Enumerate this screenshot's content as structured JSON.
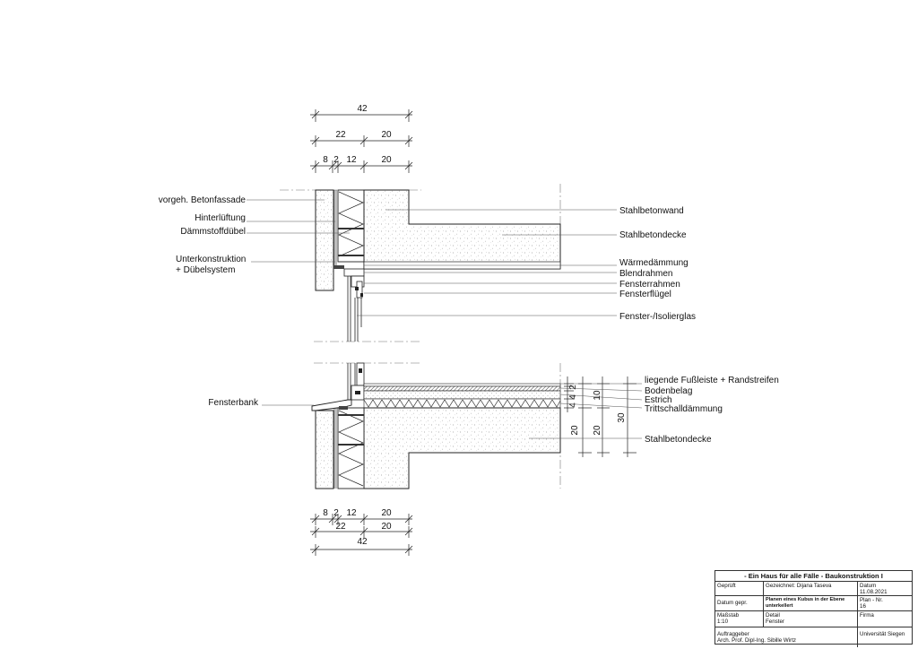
{
  "labels_left": {
    "betonfassade": "vorgeh. Betonfassade",
    "hinterlueftung": "Hinterlüftung",
    "daemmstoffduebel": "Dämmstoffdübel",
    "unterkonstruktion_1": "Unterkonstruktion",
    "unterkonstruktion_2": "+ Dübelsystem",
    "fensterbank": "Fensterbank"
  },
  "labels_right": {
    "stahlbetonwand": "Stahlbetonwand",
    "stahlbetondecke_top": "Stahlbetondecke",
    "waermedaemmung": "Wärmedämmung",
    "blendrahmen": "Blendrahmen",
    "fensterrahmen": "Fensterrahmen",
    "fensterfluegel": "Fensterflügel",
    "isolierglas": "Fenster-/Isolierglas",
    "fussleiste": "liegende Fußleiste + Randstreifen",
    "bodenbelag": "Bodenbelag",
    "estrich": "Estrich",
    "trittschall": "Trittschalldämmung",
    "stahlbetondecke_bottom": "Stahlbetondecke"
  },
  "dimensions": {
    "top_total": "42",
    "top_mid": [
      "22",
      "20"
    ],
    "top_detail": [
      "8",
      "2",
      "12",
      "20"
    ],
    "bottom_detail": [
      "8",
      "2",
      "12",
      "20"
    ],
    "bottom_mid": [
      "22",
      "20"
    ],
    "bottom_total": "42",
    "floor_small": [
      "2",
      "4",
      "4"
    ],
    "floor_mid": [
      "10",
      "20"
    ],
    "floor_outer": [
      "20",
      "30"
    ]
  },
  "title_block": {
    "title": "- Ein Haus für alle Fälle - Baukonstruktion I",
    "geprueft": "Geprüft",
    "gezeichnet": "Gezeichnet: Dijana Taseva",
    "datum_label": "Datum",
    "datum_value": "11.08.2021",
    "datum_gepr": "Datum gepr.",
    "planen_1": "Planen eines Kubus in der Ebene",
    "planen_2": "unterkellert",
    "plan_nr_label": "Plan - Nr.",
    "plan_nr_value": "16",
    "massstab_label": "Maßstab",
    "massstab_value": "1:10",
    "detail_label": "Detail",
    "detail_value": "Fenster",
    "firma": "Firma",
    "auftraggeber_label": "Auftraggeber",
    "auftraggeber_value": "Arch. Prof. Dipl-Ing. Sibille Wirtz",
    "universitaet": "Universität Siegen"
  }
}
